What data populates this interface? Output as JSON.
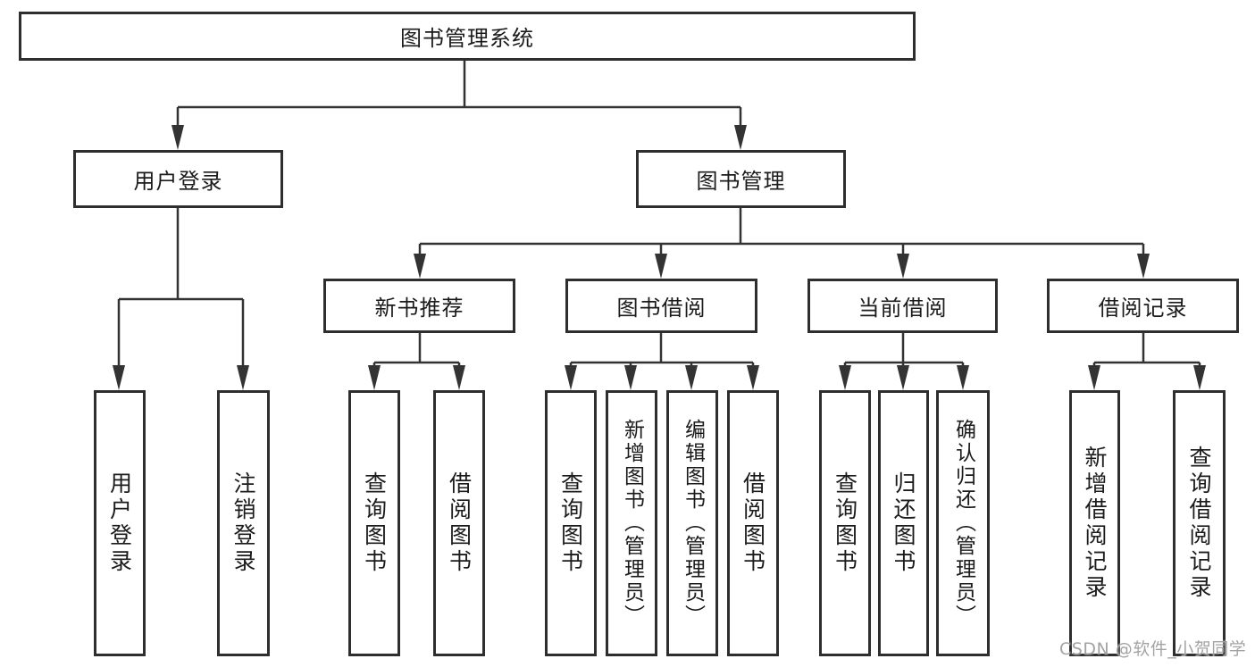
{
  "diagram": {
    "nodes": {
      "root": "图书管理系统",
      "user_login": "用户登录",
      "book_mgmt": "图书管理",
      "new_book": "新书推荐",
      "book_borrow": "图书借阅",
      "current_borrow": "当前借阅",
      "borrow_records": "借阅记录",
      "leaf_user_login": "用户登录",
      "leaf_logout": "注销登录",
      "leaf_nb_query": "查询图书",
      "leaf_nb_borrow": "借阅图书",
      "leaf_bb_query": "查询图书",
      "leaf_bb_add": "新增图书（管理员）",
      "leaf_bb_edit": "编辑图书（管理员）",
      "leaf_bb_borrow": "借阅图书",
      "leaf_cb_query": "查询图书",
      "leaf_cb_return": "归还图书",
      "leaf_cb_confirm": "确认归还（管理员）",
      "leaf_br_add": "新增借阅记录",
      "leaf_br_query": "查询借阅记录"
    },
    "colors": {
      "line": "#333333",
      "border": "#2e2e2e",
      "text": "#1b1b1b",
      "watermark": "#9b9b9b",
      "background": "#ffffff"
    }
  },
  "watermark": "CSDN @软件_小贺同学"
}
